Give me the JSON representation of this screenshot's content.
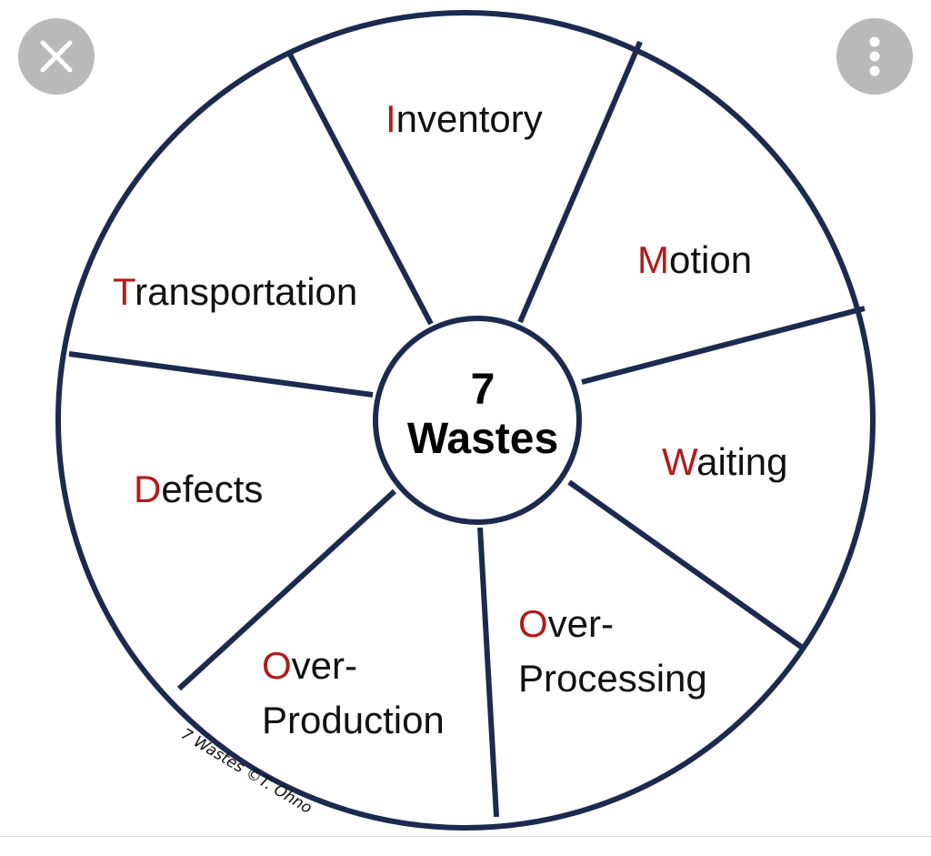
{
  "toolbar": {
    "close_icon": "close-icon",
    "more_icon": "more-vertical-icon"
  },
  "colors": {
    "stroke": "#1b2a4e",
    "initial": "#b01c1c",
    "text": "#111111",
    "button": "#b9b9b9"
  },
  "diagram": {
    "center": {
      "line1": "7",
      "line2": "Wastes"
    },
    "segments": [
      {
        "id": "inventory",
        "initial": "I",
        "rest": "nventory"
      },
      {
        "id": "motion",
        "initial": "M",
        "rest": "otion"
      },
      {
        "id": "waiting",
        "initial": "W",
        "rest": "aiting"
      },
      {
        "id": "over-processing",
        "initial": "O",
        "rest": "ver-",
        "line2": "Processing"
      },
      {
        "id": "over-production",
        "initial": "O",
        "rest": "ver-",
        "line2": "Production"
      },
      {
        "id": "defects",
        "initial": "D",
        "rest": "efects"
      },
      {
        "id": "transportation",
        "initial": "T",
        "rest": "ransportation"
      }
    ],
    "credit": "7 Wastes ©T. Ohno"
  }
}
